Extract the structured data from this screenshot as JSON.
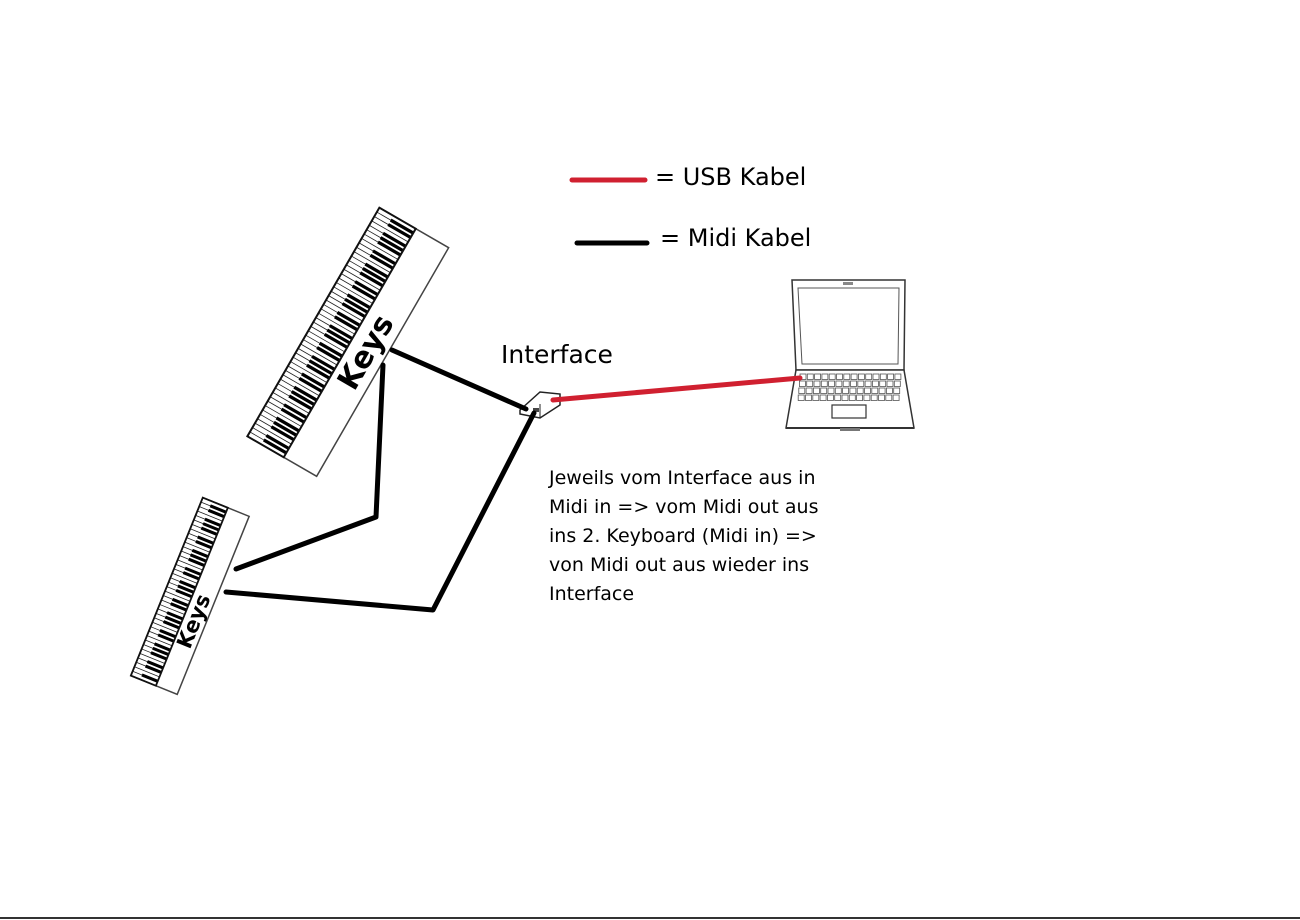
{
  "legend": {
    "usb_label": "= USB Kabel",
    "midi_label": "= Midi Kabel"
  },
  "labels": {
    "interface": "Interface",
    "keyboard_large": "Keys",
    "keyboard_small": "Keys"
  },
  "note": {
    "lines": [
      "Jeweils vom Interface aus in",
      "Midi in => vom Midi out aus",
      "ins 2. Keyboard (Midi in) =>",
      "von Midi out aus wieder ins",
      "Interface"
    ]
  },
  "colors": {
    "usb_cable": "#d02030",
    "midi_cable": "#000000"
  }
}
